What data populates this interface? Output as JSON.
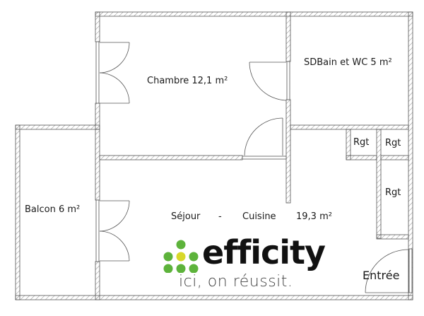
{
  "rooms": {
    "chambre": {
      "label": "Chambre 12,1 m²"
    },
    "sdb": {
      "label": "SDBain et WC 5 m²"
    },
    "rgt1": {
      "label": "Rgt"
    },
    "rgt2": {
      "label": "Rgt"
    },
    "rgt3": {
      "label": "Rgt"
    },
    "balcon": {
      "label": "Balcon 6 m²"
    },
    "sejour": {
      "label": "Séjour",
      "separator": "-",
      "label2": "Cuisine",
      "area": "19,3 m²"
    },
    "entree": {
      "label": "Entrée"
    }
  },
  "logo": {
    "brand": "efficity",
    "tagline": "ici, on réussit.",
    "colors": {
      "green": "#5db33b",
      "yellow": "#d8d82a",
      "text": "#111111"
    }
  },
  "colors": {
    "wall_line": "#555555",
    "hatch": "#888888"
  }
}
